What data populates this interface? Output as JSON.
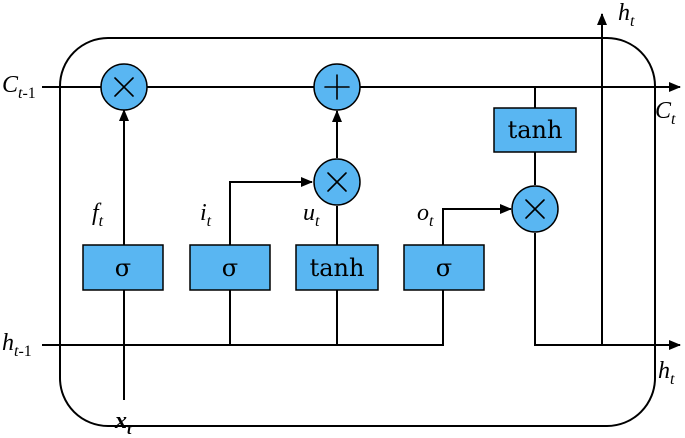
{
  "gates": {
    "forget": "σ",
    "input": "σ",
    "candidate": "tanh",
    "output": "σ",
    "cell_tanh": "tanh"
  },
  "labels": {
    "c_prev": {
      "base": "C",
      "sub": "t",
      "sub_suffix": "-1"
    },
    "c_next": {
      "base": "C",
      "sub": "t"
    },
    "h_prev": {
      "base": "h",
      "sub": "t",
      "sub_suffix": "-1"
    },
    "h_out_top": {
      "base": "h",
      "sub": "t"
    },
    "h_out_right": {
      "base": "h",
      "sub": "t"
    },
    "x_in": {
      "base": "x",
      "sub": "t"
    },
    "f": {
      "base": "f",
      "sub": "t"
    },
    "i": {
      "base": "i",
      "sub": "t"
    },
    "u": {
      "base": "u",
      "sub": "t"
    },
    "o": {
      "base": "o",
      "sub": "t"
    }
  },
  "operators": {
    "multiply_forget": "multiply",
    "add_cell": "add",
    "multiply_input": "multiply",
    "multiply_output": "multiply"
  },
  "colors": {
    "gate_fill": "#59b6f2",
    "stroke": "#000000"
  }
}
